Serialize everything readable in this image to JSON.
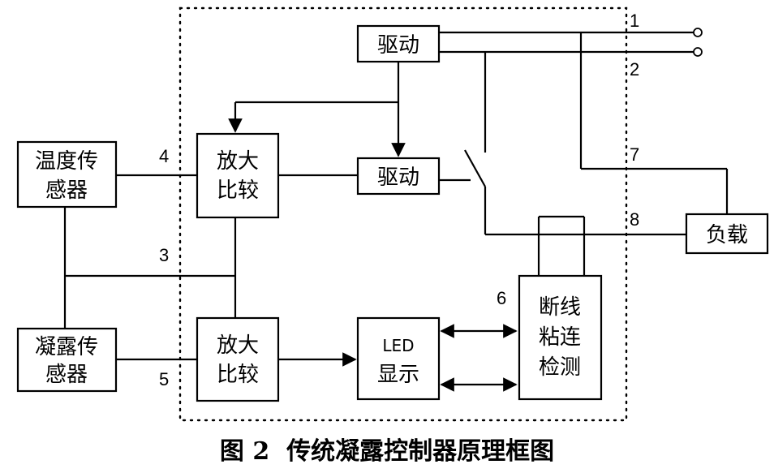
{
  "blocks": {
    "drive_top": "驱动",
    "temp_sensor": [
      "温度传",
      "感器"
    ],
    "amp_compare_top": [
      "放大",
      "比较"
    ],
    "drive_mid": "驱动",
    "load": "负载",
    "dew_sensor": [
      "凝露传",
      "感器"
    ],
    "amp_compare_bottom": [
      "放大",
      "比较"
    ],
    "led_display": [
      "LED",
      "显示"
    ],
    "break_detect": [
      "断线",
      "粘连",
      "检测"
    ]
  },
  "numbers": {
    "n1": "1",
    "n2": "2",
    "n3": "3",
    "n4": "4",
    "n5": "5",
    "n6": "6",
    "n7": "7",
    "n8": "8"
  },
  "caption": "图 2  传统凝露控制器原理框图"
}
